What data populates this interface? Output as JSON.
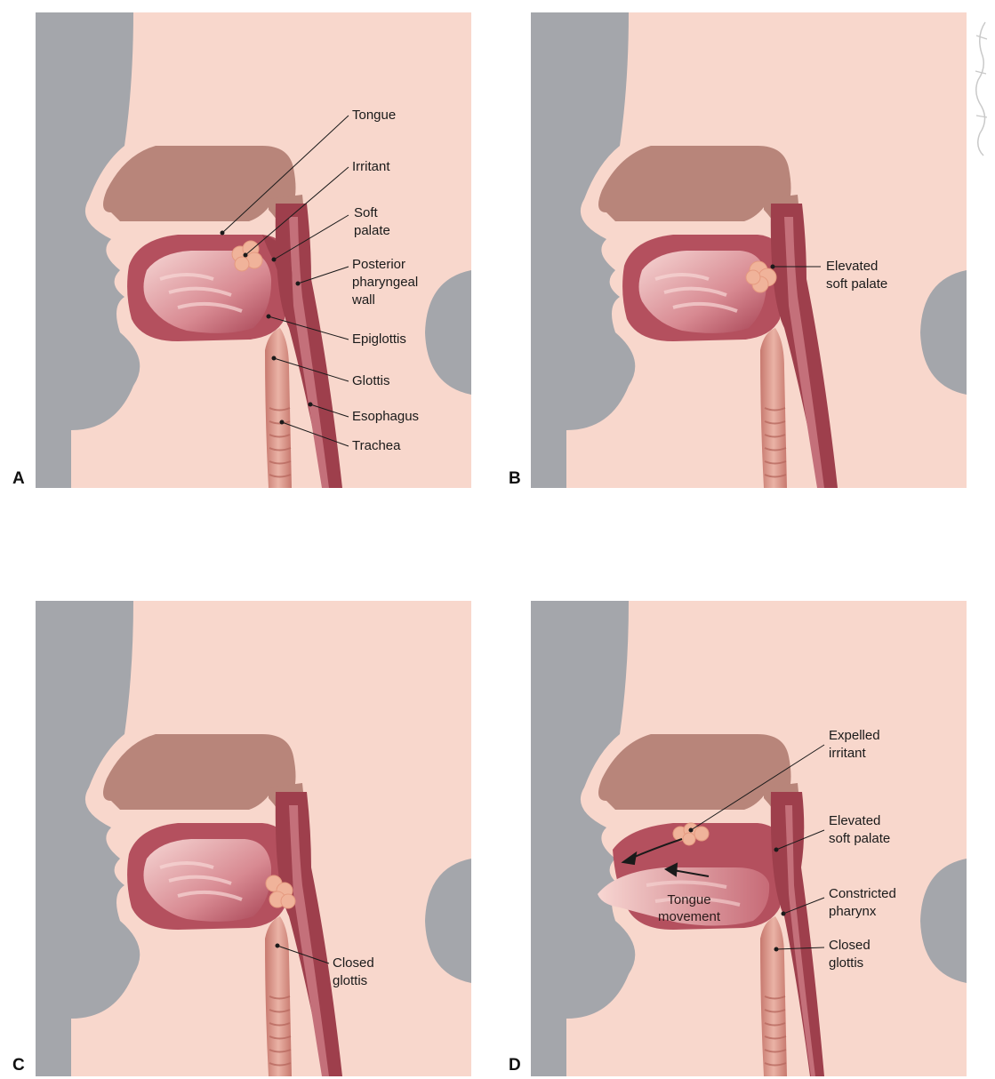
{
  "panels": {
    "a": {
      "letter": "A",
      "labels": {
        "tongue": "Tongue",
        "irritant": "Irritant",
        "soft_palate": "Soft\npalate",
        "posterior_wall": "Posterior\npharyngeal\nwall",
        "epiglottis": "Epiglottis",
        "glottis": "Glottis",
        "esophagus": "Esophagus",
        "trachea": "Trachea"
      }
    },
    "b": {
      "letter": "B",
      "labels": {
        "elevated_soft_palate": "Elevated\nsoft palate"
      }
    },
    "c": {
      "letter": "C",
      "labels": {
        "closed_glottis": "Closed\nglottis"
      }
    },
    "d": {
      "letter": "D",
      "labels": {
        "expelled_irritant": "Expelled\nirritant",
        "elevated_soft_palate": "Elevated\nsoft palate",
        "constricted_pharynx": "Constricted\npharynx",
        "closed_glottis": "Closed\nglottis",
        "tongue_movement": "Tongue\nmovement"
      }
    }
  },
  "colors": {
    "background_gray": "#a4a6ab",
    "skin": "#f8d7cc",
    "nasal_cavity": "#b8857a",
    "tissue_dark": "#9e3f4c",
    "tissue_mid": "#c4707a",
    "tongue_light": "#f1c6c6",
    "irritant": "#f0b39a",
    "trachea": "#d9958a"
  }
}
